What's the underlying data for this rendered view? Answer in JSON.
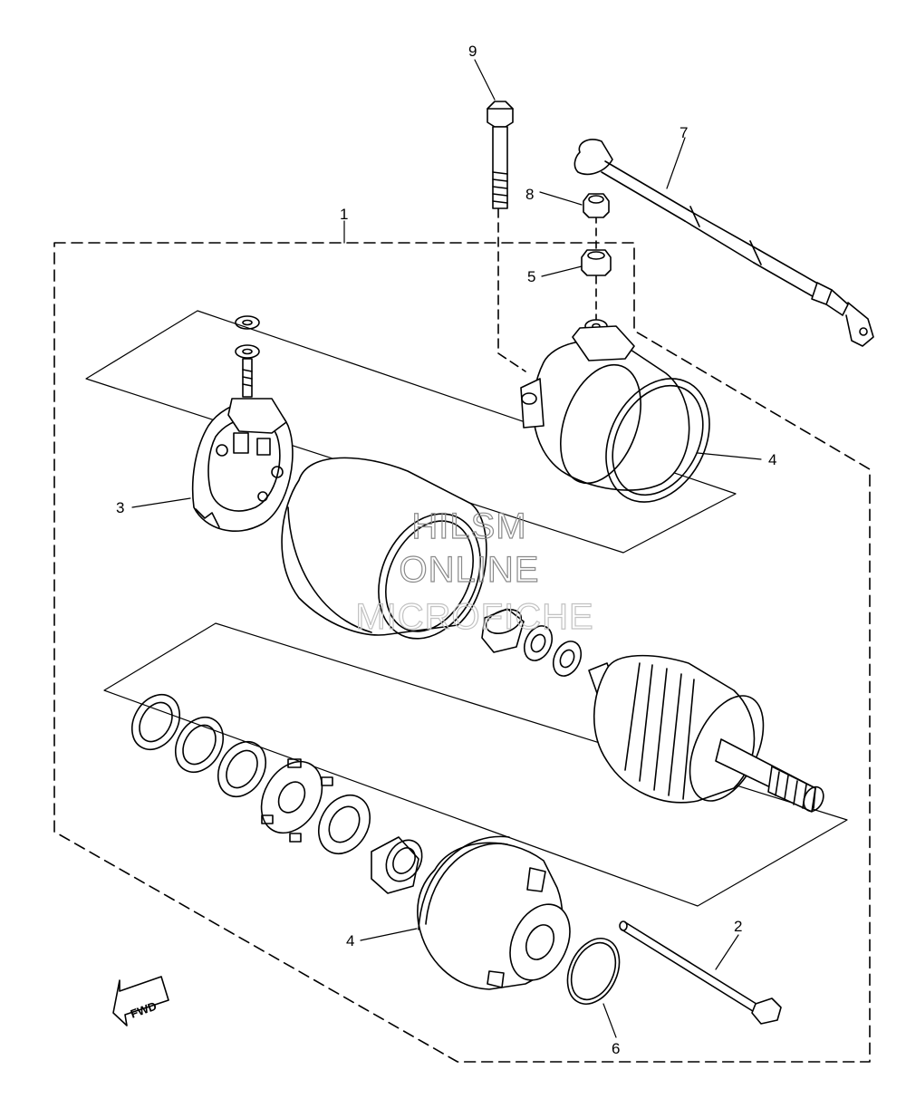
{
  "callouts": {
    "c1": "1",
    "c2": "2",
    "c3": "3",
    "c4a": "4",
    "c4b": "4",
    "c5": "5",
    "c6": "6",
    "c7": "7",
    "c8": "8",
    "c9": "9"
  },
  "fwd_label": "FWD",
  "watermark": {
    "line1": "HILSM",
    "line2": "ONLINE",
    "line3": "MICROFICHE"
  }
}
